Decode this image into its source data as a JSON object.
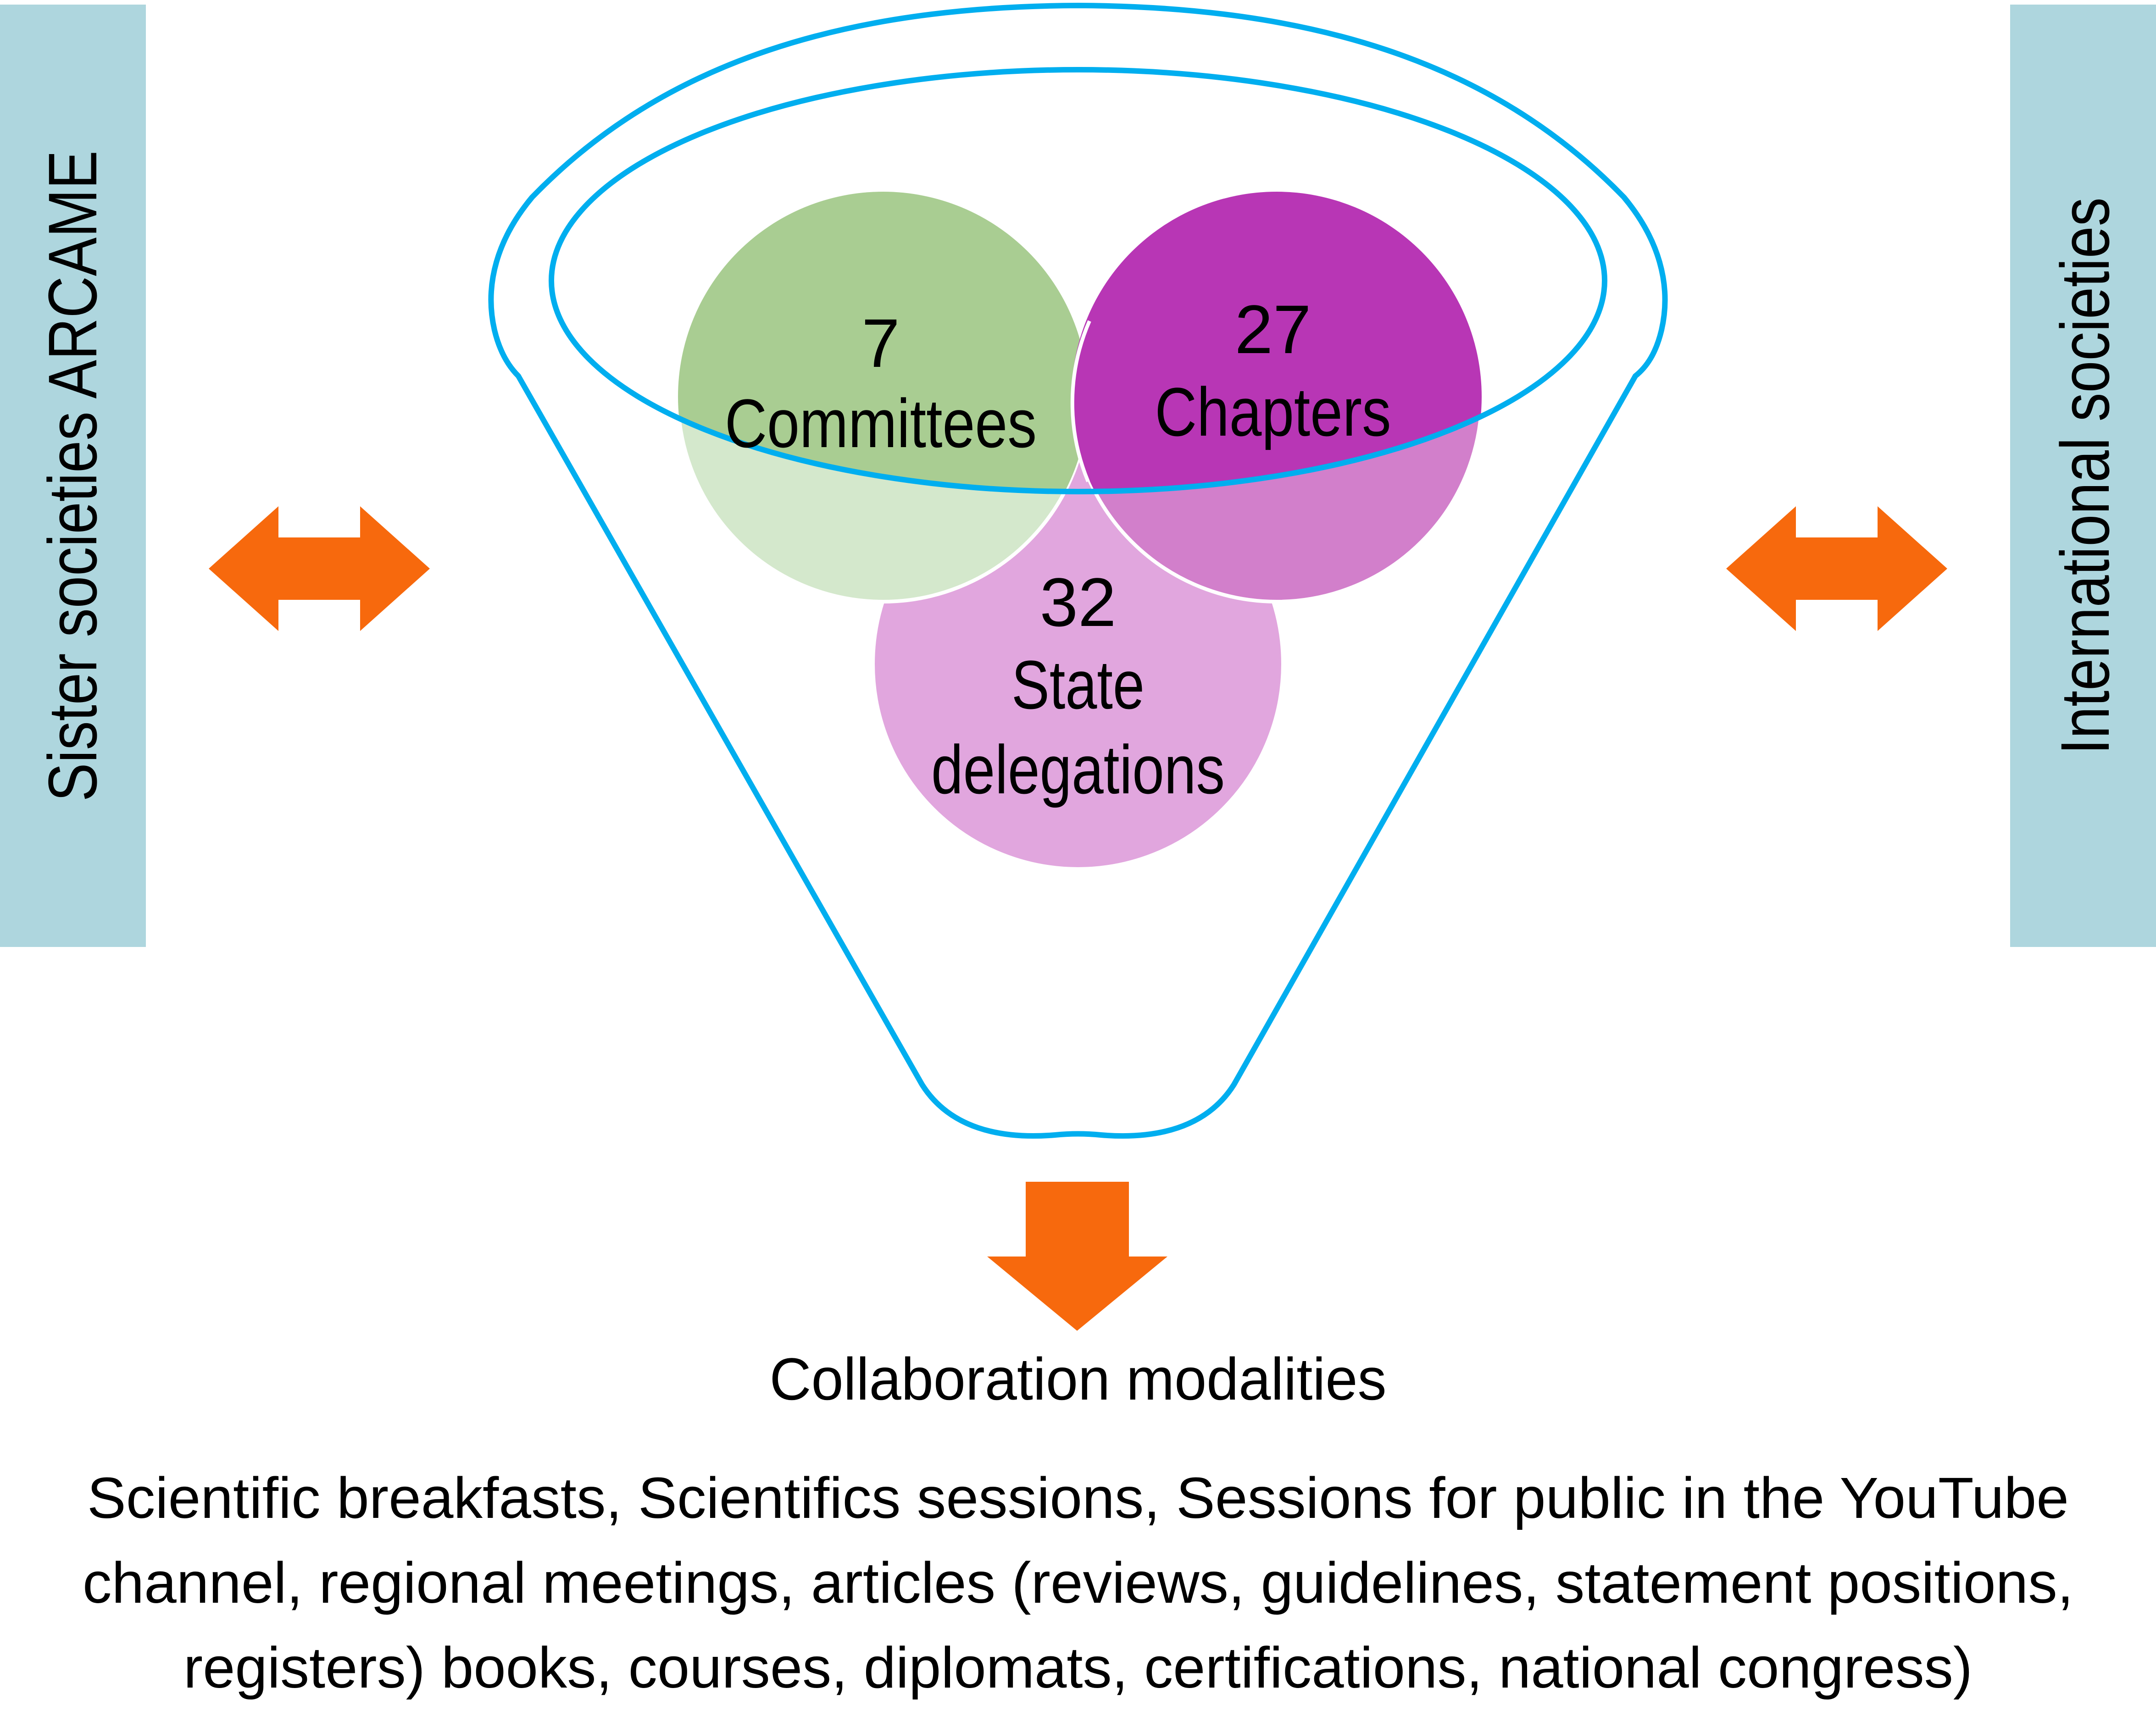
{
  "colors": {
    "side_box": "#aed6de",
    "arrow": "#f7690d",
    "funnel_stroke": "#00aeef",
    "committees_fill": "#a9cd92",
    "committees_lower": "#d4e8cc",
    "chapters_fill": "#b836b5",
    "chapters_lower": "#d27fcb",
    "delegations_fill": "#e1a6de"
  },
  "left_panel": {
    "label": "Sister societies ARCAME"
  },
  "right_panel": {
    "label": "International societies"
  },
  "icons": {
    "left_arrow": "double-headed-arrow-icon",
    "right_arrow": "double-headed-arrow-icon",
    "down_arrow": "down-arrow-icon"
  },
  "funnel": {
    "groups": [
      {
        "count": "7",
        "name": "Committees"
      },
      {
        "count": "27",
        "name": "Chapters"
      },
      {
        "count": "32",
        "name_line1": "State",
        "name_line2": "delegations"
      }
    ]
  },
  "output": {
    "heading": "Collaboration modalities",
    "lines": [
      "Scientific breakfasts, Scientifics sessions, Sessions for public in the YouTube",
      "channel, regional meetings, articles (reviews, guidelines, statement positions,",
      "registers) books, courses, diplomats, certifications, national congress)"
    ]
  }
}
